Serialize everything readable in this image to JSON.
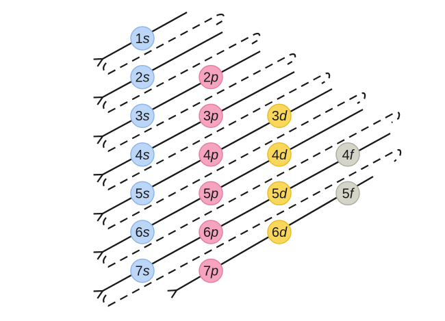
{
  "orbitals": [
    {
      "id": "1s",
      "n": "1",
      "l": "s",
      "type": "s"
    },
    {
      "id": "2s",
      "n": "2",
      "l": "s",
      "type": "s"
    },
    {
      "id": "2p",
      "n": "2",
      "l": "p",
      "type": "p"
    },
    {
      "id": "3s",
      "n": "3",
      "l": "s",
      "type": "s"
    },
    {
      "id": "3p",
      "n": "3",
      "l": "p",
      "type": "p"
    },
    {
      "id": "3d",
      "n": "3",
      "l": "d",
      "type": "d"
    },
    {
      "id": "4s",
      "n": "4",
      "l": "s",
      "type": "s"
    },
    {
      "id": "4p",
      "n": "4",
      "l": "p",
      "type": "p"
    },
    {
      "id": "4d",
      "n": "4",
      "l": "d",
      "type": "d"
    },
    {
      "id": "4f",
      "n": "4",
      "l": "f",
      "type": "f"
    },
    {
      "id": "5s",
      "n": "5",
      "l": "s",
      "type": "s"
    },
    {
      "id": "5p",
      "n": "5",
      "l": "p",
      "type": "p"
    },
    {
      "id": "5d",
      "n": "5",
      "l": "d",
      "type": "d"
    },
    {
      "id": "5f",
      "n": "5",
      "l": "f",
      "type": "f"
    },
    {
      "id": "6s",
      "n": "6",
      "l": "s",
      "type": "s"
    },
    {
      "id": "6p",
      "n": "6",
      "l": "p",
      "type": "p"
    },
    {
      "id": "6d",
      "n": "6",
      "l": "d",
      "type": "d"
    },
    {
      "id": "7s",
      "n": "7",
      "l": "s",
      "type": "s"
    },
    {
      "id": "7p",
      "n": "7",
      "l": "p",
      "type": "p"
    }
  ],
  "colors": {
    "s": {
      "fill": "#bcd6f7",
      "stroke": "#8fb5ea"
    },
    "p": {
      "fill": "#f5a3bf",
      "stroke": "#e57fa3"
    },
    "d": {
      "fill": "#f9d75a",
      "stroke": "#e8bd28"
    },
    "f": {
      "fill": "#d4d4c8",
      "stroke": "#b0b0a2"
    },
    "line": "#1a1a1a"
  }
}
